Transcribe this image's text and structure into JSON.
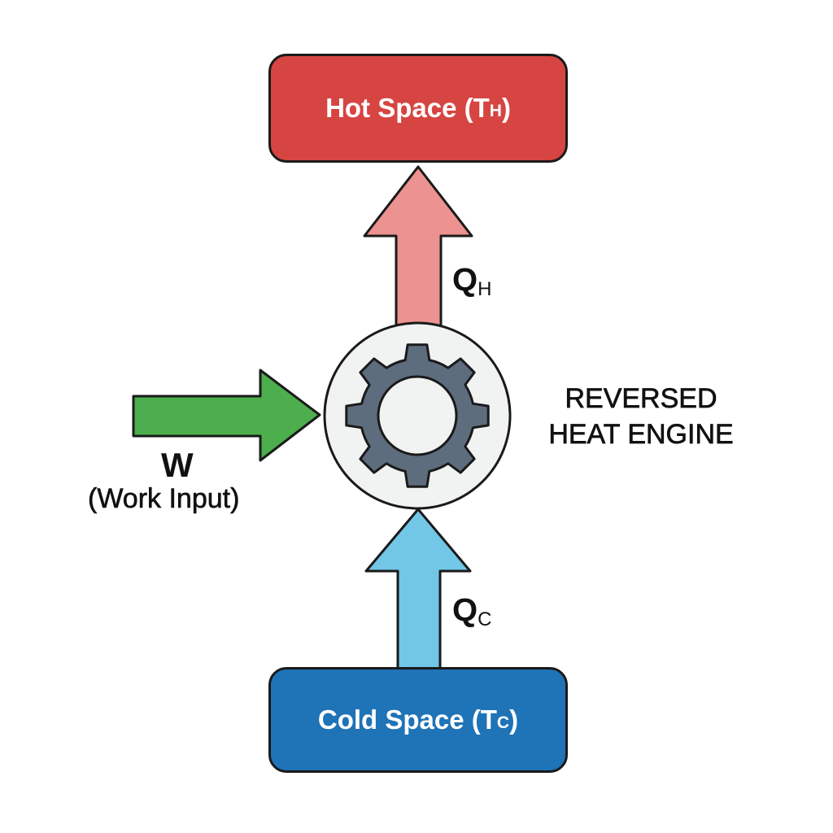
{
  "hot_reservoir": {
    "label": "Hot Space (T",
    "subscript": "H",
    "suffix": ")",
    "color": "#d64541"
  },
  "cold_reservoir": {
    "label": "Cold Space (T",
    "subscript": "C",
    "suffix": ")",
    "color": "#1f73b7"
  },
  "heat_out": {
    "symbol": "Q",
    "subscript": "H",
    "color": "#ec9290"
  },
  "heat_in": {
    "symbol": "Q",
    "subscript": "C",
    "color": "#72c6e6"
  },
  "work": {
    "symbol": "W",
    "caption": "(Work Input)",
    "color": "#4cae4c"
  },
  "engine": {
    "line1": "REVERSED",
    "line2": "HEAT ENGINE",
    "icon": "gear-icon"
  }
}
